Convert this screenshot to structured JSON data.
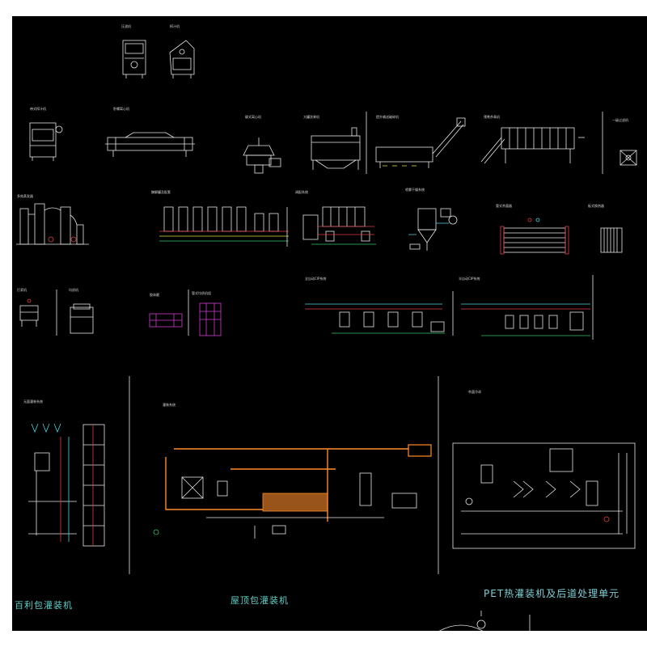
{
  "colors": {
    "background": "#000000",
    "line_white": "#e6e6e6",
    "line_cyan": "#4fd6e0",
    "line_orange": "#ff8c2a",
    "line_magenta": "#d23cd2",
    "line_yellow": "#e8e040",
    "line_green": "#39c46a",
    "line_red": "#e04040",
    "caption": "#5fd0c8"
  },
  "captions": {
    "brick_filling": "百利包灌装机",
    "gable_top_filling": "屋顶包灌装机",
    "pet_hot_filling": "PET热灌装机及后道处理单元"
  },
  "equipment_labels": {
    "l01": "压滤机",
    "l02": "榨汁机",
    "l03": "带式榨汁机",
    "l04": "卧螺离心机",
    "l05": "碟式离心机",
    "l06": "大罐洗果机",
    "l07": "提升输送破碎机",
    "l08": "预煮杀青机",
    "l09": "一级过滤机",
    "l10": "多效蒸发器",
    "l11": "酶解罐及配套",
    "l12": "调配系统",
    "l13": "喷雾干燥系统",
    "l14": "管式杀菌器",
    "l15": "板式换热器",
    "l16": "打浆机",
    "l17": "均质机",
    "l18": "胶体磨",
    "l19": "管式均质机组",
    "l20": "全自动CIP系统",
    "l21": "半自动CIP系统",
    "l22": "无菌灌装系统",
    "l23": "灌装系统",
    "l24": "杀菌冷却"
  }
}
